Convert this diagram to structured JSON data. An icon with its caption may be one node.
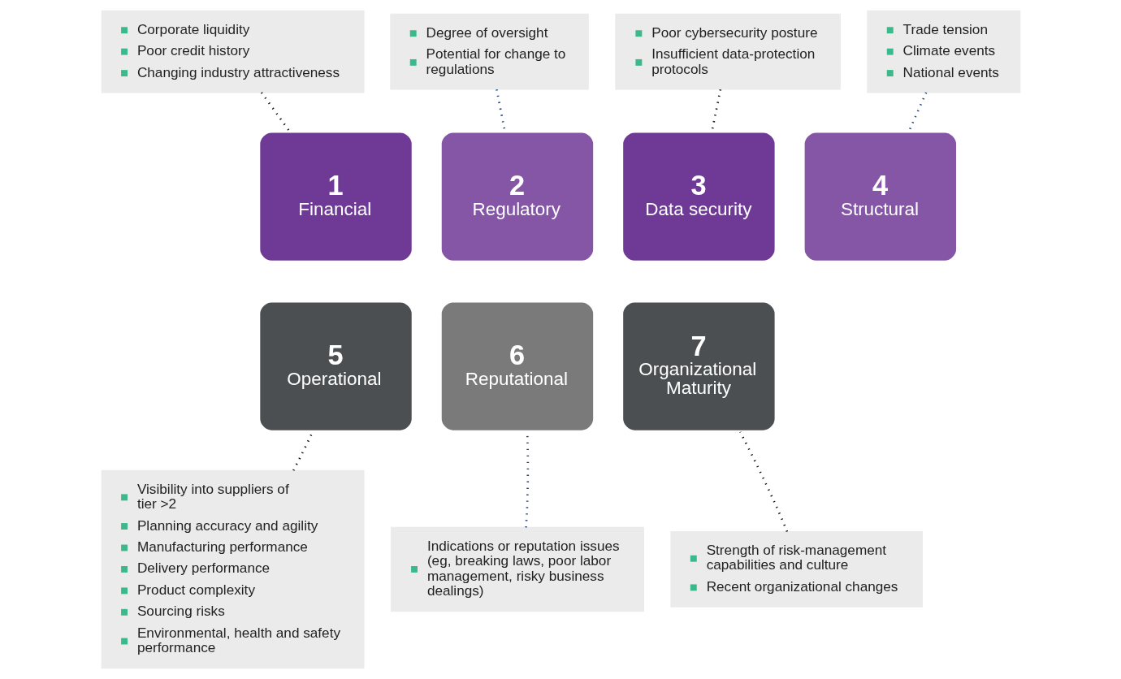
{
  "diagram": {
    "nodes": [
      {
        "text": [
          "Corporate liquidity",
          "Poor credit history",
          "Changing industry attractiveness"
        ]
      },
      {
        "text": [
          "Degree of oversight",
          "Potential for change to regulations"
        ]
      },
      {
        "text": [
          "Poor cybersecurity posture",
          "Insufficient data-protection protocols"
        ]
      },
      {
        "text": [
          "Trade tension",
          "Climate events",
          "National events"
        ]
      },
      {
        "text": [
          "1",
          "Financial"
        ]
      },
      {
        "text": [
          "2",
          "Regulatory"
        ]
      },
      {
        "text": [
          "3",
          "Data security"
        ]
      },
      {
        "text": [
          "4",
          "Structural"
        ]
      },
      {
        "text": [
          "5",
          "Operational"
        ]
      },
      {
        "text": [
          "6",
          "Reputational"
        ]
      },
      {
        "text": [
          "7",
          "Organizational Maturity"
        ]
      },
      {
        "text": [
          "Visibility into suppliers of tier >2",
          "Planning accuracy and agility",
          "Manufacturing performance",
          "Delivery performance",
          "Product complexity",
          "Sourcing risks",
          "Environmental, health and safety performance"
        ]
      },
      {
        "text": [
          "Indications or reputation issues (eg, breaking laws, poor labor management, risky business dealings)"
        ]
      },
      {
        "text": [
          "Strength of risk-management capabilities and culture",
          "Recent organizational changes"
        ]
      }
    ],
    "edges": [
      {
        "from": 0,
        "to": 4,
        "arrow": "none",
        "style": "dashed"
      },
      {
        "from": 1,
        "to": 5,
        "arrow": "none",
        "style": "dashed",
        "color": "#1f3f7a"
      },
      {
        "from": 2,
        "to": 6,
        "arrow": "none",
        "style": "dashed"
      },
      {
        "from": 3,
        "to": 7,
        "arrow": "none",
        "style": "dashed",
        "color": "#1f3f7a"
      },
      {
        "from": 11,
        "to": 8,
        "arrow": "none",
        "style": "dashed"
      },
      {
        "from": 12,
        "to": 9,
        "arrow": "none",
        "style": "dashed",
        "color": "#1f3f7a"
      },
      {
        "from": 13,
        "to": 10,
        "arrow": "none",
        "style": "dashed"
      }
    ]
  }
}
